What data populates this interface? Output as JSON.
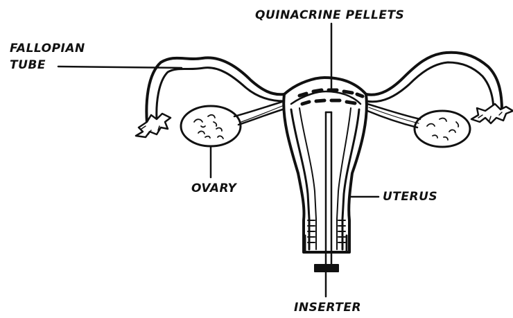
{
  "labels": {
    "fallopian_tube": [
      "FALLOPIAN",
      "TUBE"
    ],
    "pellets": "QUINACRINE PELLETS",
    "ovary": "OVARY",
    "uterus": "UTERUS",
    "inserter": "INSERTER"
  },
  "colors": {
    "ink": "#111111",
    "paper": "#ffffff"
  }
}
